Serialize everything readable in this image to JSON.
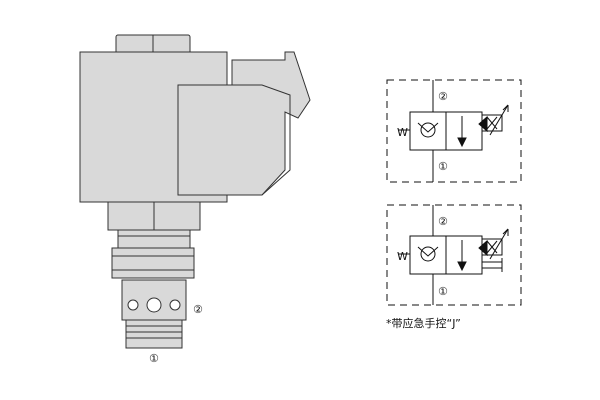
{
  "valve": {
    "port_2_label": "②",
    "port_1_label": "①"
  },
  "symbol_top": {
    "port_2_label": "②",
    "port_1_label": "①",
    "spring_label": "W"
  },
  "symbol_bottom": {
    "port_2_label": "②",
    "port_1_label": "①",
    "spring_label": "W"
  },
  "caption": "*带应急手控“J”",
  "colors": {
    "body_fill": "#d9d9d9",
    "body_stroke": "#333333",
    "line": "#111111"
  }
}
